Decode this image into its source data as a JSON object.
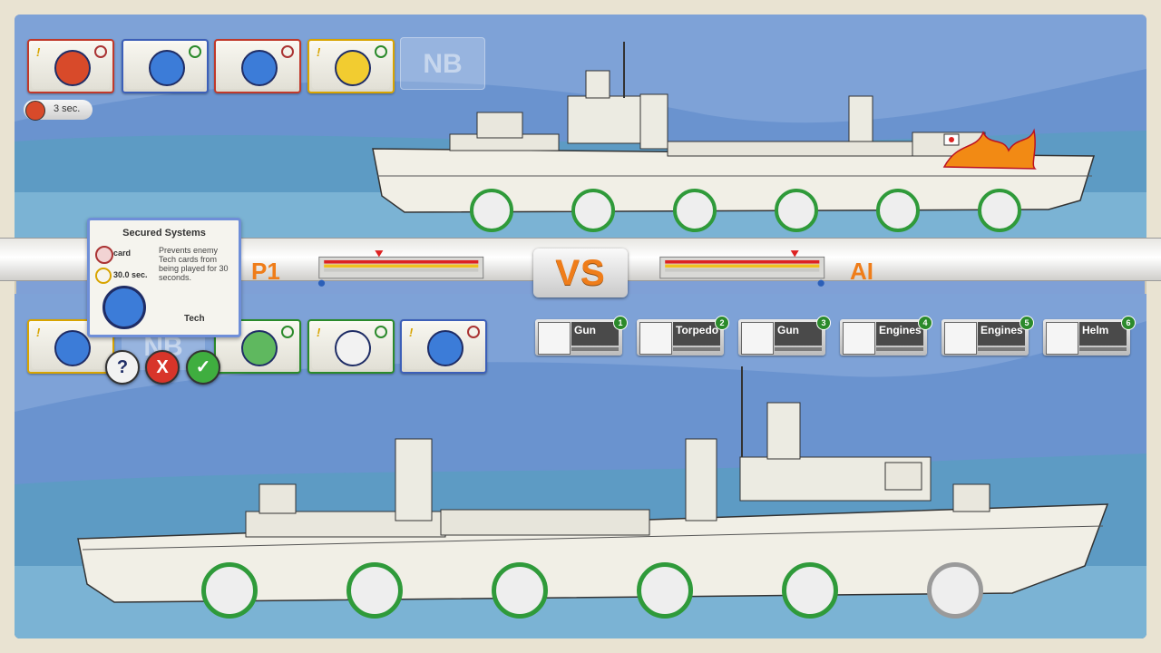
{
  "players": {
    "p1": "P1",
    "ai": "AI",
    "vs": "VS"
  },
  "timer": {
    "text": "3 sec."
  },
  "top_cards": [
    {
      "icon": "red-gear-cross-icon",
      "style": "red"
    },
    {
      "icon": "torpedo-card-icon",
      "style": "blue"
    },
    {
      "icon": "shield-gear-icon",
      "style": "red"
    },
    {
      "icon": "explosion-card-icon",
      "style": "yellow"
    },
    {
      "icon": "nb-card-icon",
      "style": "empty",
      "text": "NB"
    }
  ],
  "bottom_cards": [
    {
      "icon": "no-torpedo-icon",
      "style": "yellow"
    },
    {
      "icon": "nb-card-icon",
      "style": "empty",
      "text": "NB"
    },
    {
      "icon": "repair-card-icon",
      "style": "green"
    },
    {
      "icon": "crew-card-icon",
      "style": "green"
    },
    {
      "icon": "no-gun-icon",
      "style": "red"
    }
  ],
  "tooltip": {
    "title": "Secured Systems",
    "card_label": "card",
    "duration": "30.0 sec.",
    "description": "Prevents enemy Tech cards from being played for 30 seconds.",
    "category": "Tech"
  },
  "buttons": {
    "help": "?",
    "cancel": "X",
    "confirm": "✓"
  },
  "systems": [
    {
      "label": "Gun",
      "num": "1",
      "icon": "shell-icon"
    },
    {
      "label": "Torpedo",
      "num": "2",
      "icon": "torpedo-icon"
    },
    {
      "label": "Gun",
      "num": "3",
      "icon": "shell-icon"
    },
    {
      "label": "Engines",
      "num": "4",
      "icon": "gear-icon"
    },
    {
      "label": "Engines",
      "num": "5",
      "icon": "gear-icon"
    },
    {
      "label": "Helm",
      "num": "6",
      "icon": "helm-wheel-icon"
    }
  ],
  "colors": {
    "accent": "#ef7d1a",
    "sea": "#5b97c3",
    "sky": "#7fa0d6",
    "health": "#2f9a3a"
  }
}
